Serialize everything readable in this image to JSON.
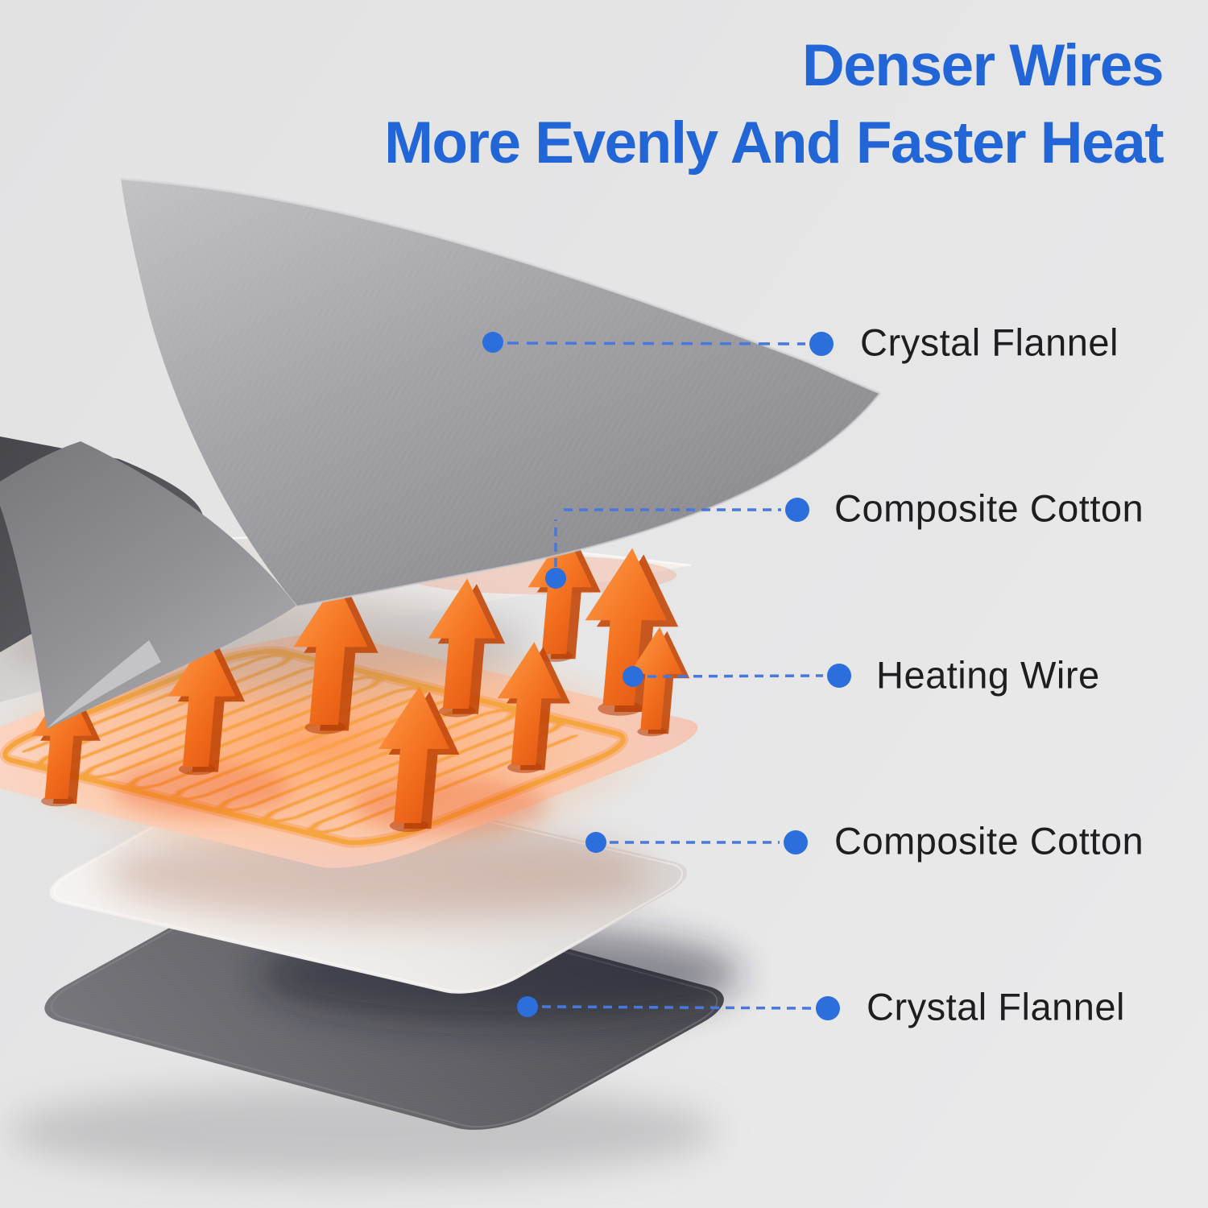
{
  "title": {
    "line1": "Denser Wires",
    "line2": "More Evenly And Faster Heat"
  },
  "callouts": [
    {
      "label": "Crystal Flannel"
    },
    {
      "label": "Composite Cotton"
    },
    {
      "label": "Heating Wire"
    },
    {
      "label": "Composite Cotton"
    },
    {
      "label": "Crystal Flannel"
    }
  ],
  "colors": {
    "accent_blue": "#2165d6",
    "callout_dot_blue": "#2b6edc",
    "callout_line_blue": "#4878db",
    "background_gray": "#e5e5e6",
    "label_text": "#1e1e20",
    "heat_arrow_orange": "#ee6a1e",
    "heating_wire_orange": "#f5a53d",
    "heating_pad_pink": "#f9d8ca",
    "flannel_gray": "#9c9ca0",
    "flannel_dark_gray": "#55555a"
  }
}
